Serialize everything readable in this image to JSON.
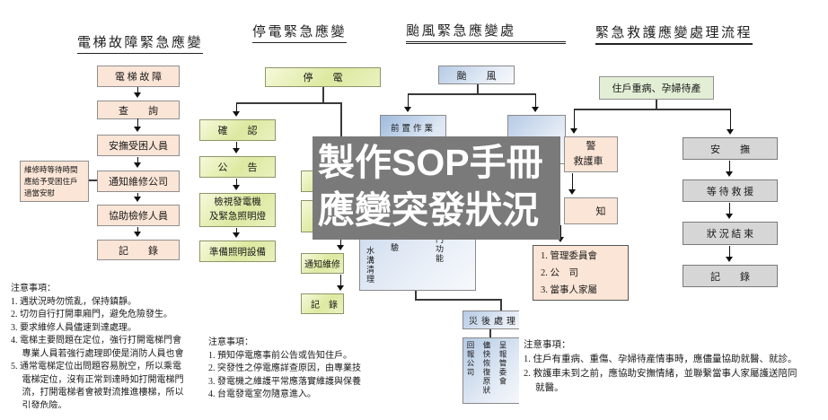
{
  "overlay": {
    "line1": "製作SOP手冊",
    "line2": "應變突發狀況",
    "bg_color": "#7a7a7a",
    "text_color": "#ffffff"
  },
  "colors": {
    "elevator_box": "#fbe5d6",
    "power_box": "#dfe9a4",
    "typhoon_box": "#c3d4ea",
    "rescue_start_box": "#e3efd5",
    "rescue_notify_box": "#fbe5d6",
    "rescue_step_box": "#d6d6d6"
  },
  "elevator": {
    "title": "電梯故障緊急應變",
    "steps": [
      "電 梯 故 障",
      "查　　詢",
      "安撫受困人員",
      "通知維修公司",
      "協助檢修人員",
      "記　　錄"
    ],
    "side_note_lines": [
      "維修時等待時間",
      "應給予受困住戶",
      "適當安慰"
    ],
    "notes_heading": "注意事項：",
    "notes": [
      "1. 遇狀況時勿慌亂，保持鎮靜。",
      "2. 切勿自行打開車廂門，避免危險發生。",
      "3. 要求維修人員儘速到達處理。",
      "4. 電梯主要問題在定位，強行打開電梯門會",
      "　 專業人員若強行處理即使是消防人員也會",
      "5. 通常電梯定位出問題容易脫空，所以乘電",
      "　 電梯定位，沒有正常到達時如打開電梯門",
      "　 流，打開電梯者會被對流推進樓梯，所以",
      "　 引發危險。"
    ]
  },
  "power": {
    "title": "停電緊急應變",
    "start": "停　　電",
    "confirm": "確　　認",
    "announce": "公　　告",
    "generator_line1": "檢視發電機",
    "generator_line2": "及緊急照明燈",
    "prepare": "準備照明設備",
    "notify": "通知維修",
    "record": "記　錄",
    "notes_heading": "注意事項：",
    "notes": [
      "1. 預知停電應事前公告或告知住戶。",
      "2. 突發性之停電應詳查原因，由專業技",
      "3. 發電機之維護平常應落實維護與保養",
      "4. 台電發電室勿隨意進入。"
    ]
  },
  "typhoon": {
    "title": "颱風緊急應變處",
    "start": "颱　　風",
    "pre_work": "前置作業",
    "checklist_fragments": [
      "、水溝清理",
      "驗",
      "門功能"
    ],
    "post": "災後處理",
    "post_columns": [
      "回報公司",
      "儘快恢復原狀",
      "呈報管委會"
    ]
  },
  "rescue": {
    "title": "緊急救護應變處理流程",
    "start": "住戶重病、孕婦待產",
    "call_line1": "警",
    "call_line2": "救護車",
    "notify": "知",
    "notify_list": [
      "1. 管理委員會",
      "2. 公　司",
      "3. 當事人家屬"
    ],
    "steps": [
      "安　　撫",
      "等 待 救 援",
      "狀 況 結 束",
      "記　　錄"
    ],
    "notes_heading": "注意事項：",
    "notes": [
      "1. 住戶有重病、重傷、孕婦待產情事時，應儘量協助就醫、就診。",
      "2. 救護車未到之前，應協助安撫情緒，並聯繫當事人家屬護送陪同",
      "　 就醫。"
    ]
  }
}
